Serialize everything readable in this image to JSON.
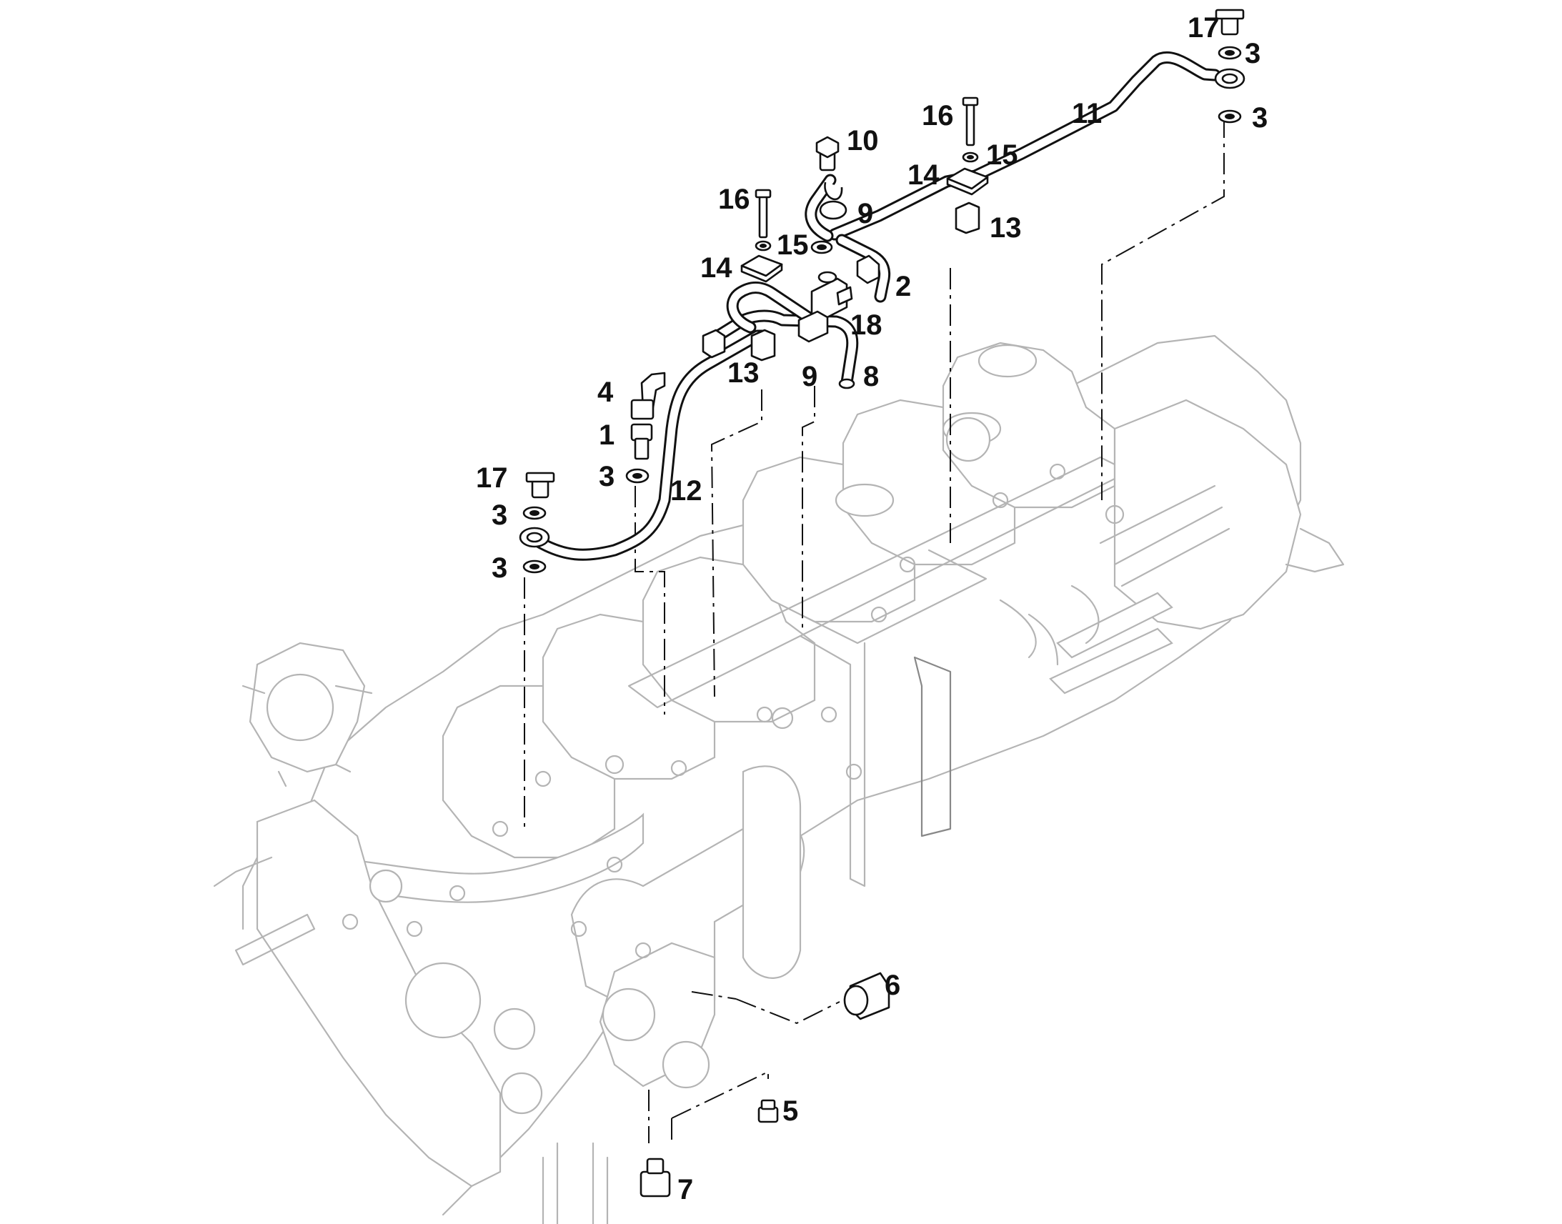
{
  "callouts": [
    {
      "id": "c17a",
      "text": "17"
    },
    {
      "id": "c3a",
      "text": "3"
    },
    {
      "id": "c3b",
      "text": "3"
    },
    {
      "id": "c11",
      "text": "11"
    },
    {
      "id": "c16a",
      "text": "16"
    },
    {
      "id": "c15a",
      "text": "15"
    },
    {
      "id": "c14a",
      "text": "14"
    },
    {
      "id": "c13a",
      "text": "13"
    },
    {
      "id": "c10",
      "text": "10"
    },
    {
      "id": "c9a",
      "text": "9"
    },
    {
      "id": "c16b",
      "text": "16"
    },
    {
      "id": "c15b",
      "text": "15"
    },
    {
      "id": "c14b",
      "text": "14"
    },
    {
      "id": "c2",
      "text": "2"
    },
    {
      "id": "c18",
      "text": "18"
    },
    {
      "id": "c13b",
      "text": "13"
    },
    {
      "id": "c9b",
      "text": "9"
    },
    {
      "id": "c8",
      "text": "8"
    },
    {
      "id": "c4",
      "text": "4"
    },
    {
      "id": "c1",
      "text": "1"
    },
    {
      "id": "c3c",
      "text": "3"
    },
    {
      "id": "c12",
      "text": "12"
    },
    {
      "id": "c17b",
      "text": "17"
    },
    {
      "id": "c3d",
      "text": "3"
    },
    {
      "id": "c3e",
      "text": "3"
    },
    {
      "id": "c6",
      "text": "6"
    },
    {
      "id": "c5",
      "text": "5"
    },
    {
      "id": "c7",
      "text": "7"
    }
  ]
}
